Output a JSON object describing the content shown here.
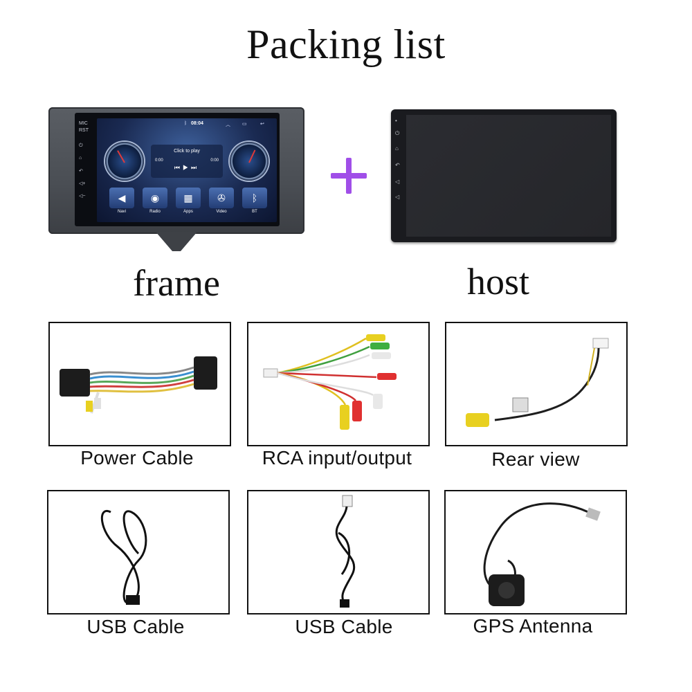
{
  "page": {
    "title": "Packing list",
    "plus_icon": "plus-icon",
    "accent": "#a04ee8"
  },
  "frame": {
    "label": "frame",
    "screen": {
      "time": "08:04",
      "status_icons": [
        "bluetooth-icon",
        "chevron-up-icon",
        "window-icon",
        "back-icon"
      ],
      "player_title": "Click to play",
      "elapsed": "0:00",
      "duration": "0:00",
      "apps": [
        {
          "label": "Navi",
          "icon": "navigation-icon",
          "glyph": "◀"
        },
        {
          "label": "Radio",
          "icon": "radio-icon",
          "glyph": "◉"
        },
        {
          "label": "Apps",
          "icon": "apps-grid-icon",
          "glyph": "▦"
        },
        {
          "label": "Video",
          "icon": "film-reel-icon",
          "glyph": "✇"
        },
        {
          "label": "BT",
          "icon": "bluetooth-icon",
          "glyph": "ᛒ"
        }
      ],
      "side_labels": [
        "MIC",
        "RST"
      ]
    }
  },
  "host": {
    "label": "host"
  },
  "accessories": [
    {
      "caption": "Power Cable",
      "image": "power-cable-harness"
    },
    {
      "caption": "RCA input/output",
      "image": "rca-cable"
    },
    {
      "caption": "Rear view",
      "image": "rear-view-cable"
    },
    {
      "caption": "USB Cable",
      "image": "usb-cable"
    },
    {
      "caption": "USB Cable",
      "image": "usb-cable"
    },
    {
      "caption": "GPS Antenna",
      "image": "gps-antenna"
    }
  ]
}
